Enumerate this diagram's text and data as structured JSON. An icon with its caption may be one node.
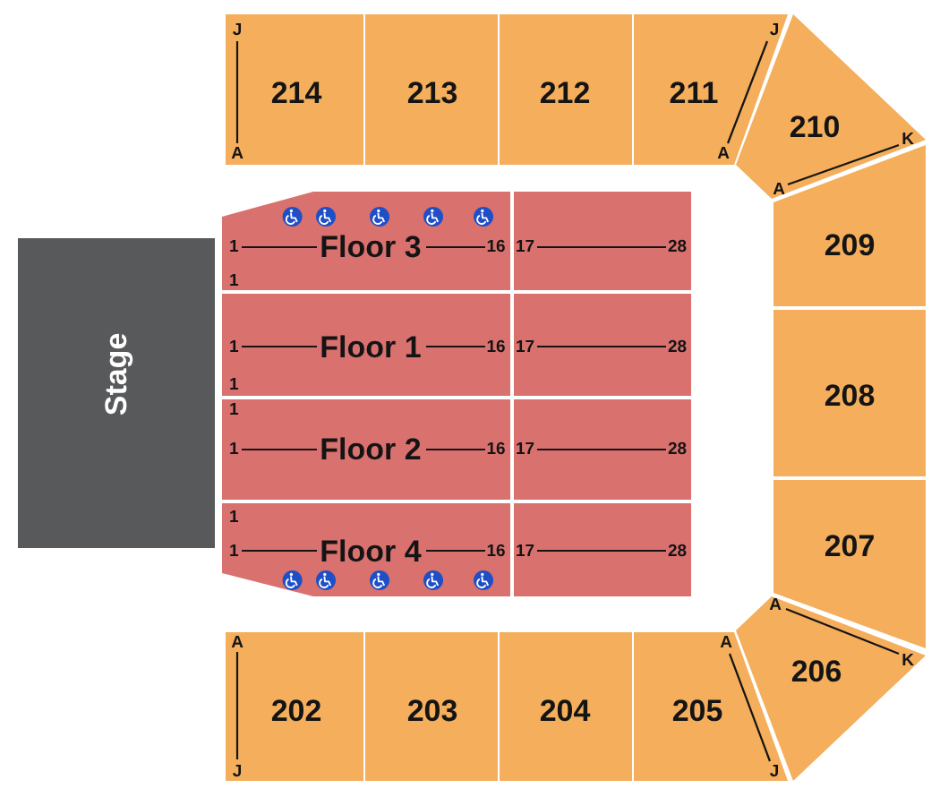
{
  "diagram": {
    "nodes": [
      {
        "text": [
          "J",
          "214",
          "A"
        ]
      },
      {
        "text": [
          "213"
        ]
      },
      {
        "text": [
          "212"
        ]
      },
      {
        "text": [
          "J",
          "211",
          "A"
        ]
      },
      {
        "text": [
          "210",
          "K",
          "A"
        ]
      },
      {
        "text": [
          "Stage"
        ]
      },
      {
        "text": [
          "1",
          "Floor 3",
          "16",
          "1"
        ]
      },
      {
        "text": [
          "17",
          "28"
        ]
      },
      {
        "text": [
          "1",
          "Floor 1",
          "16",
          "1"
        ]
      },
      {
        "text": [
          "17",
          "28"
        ]
      },
      {
        "text": [
          "1",
          "1",
          "Floor 2",
          "16"
        ]
      },
      {
        "text": [
          "17",
          "28"
        ]
      },
      {
        "text": [
          "1",
          "1",
          "Floor 4",
          "16"
        ]
      },
      {
        "text": [
          "17",
          "28"
        ]
      },
      {
        "text": [
          "209"
        ]
      },
      {
        "text": [
          "208"
        ]
      },
      {
        "text": [
          "207"
        ]
      },
      {
        "text": [
          "A",
          "202",
          "J"
        ]
      },
      {
        "text": [
          "203"
        ]
      },
      {
        "text": [
          "204"
        ]
      },
      {
        "text": [
          "A",
          "205",
          "J"
        ]
      },
      {
        "text": [
          "A",
          "206",
          "K"
        ]
      }
    ]
  }
}
